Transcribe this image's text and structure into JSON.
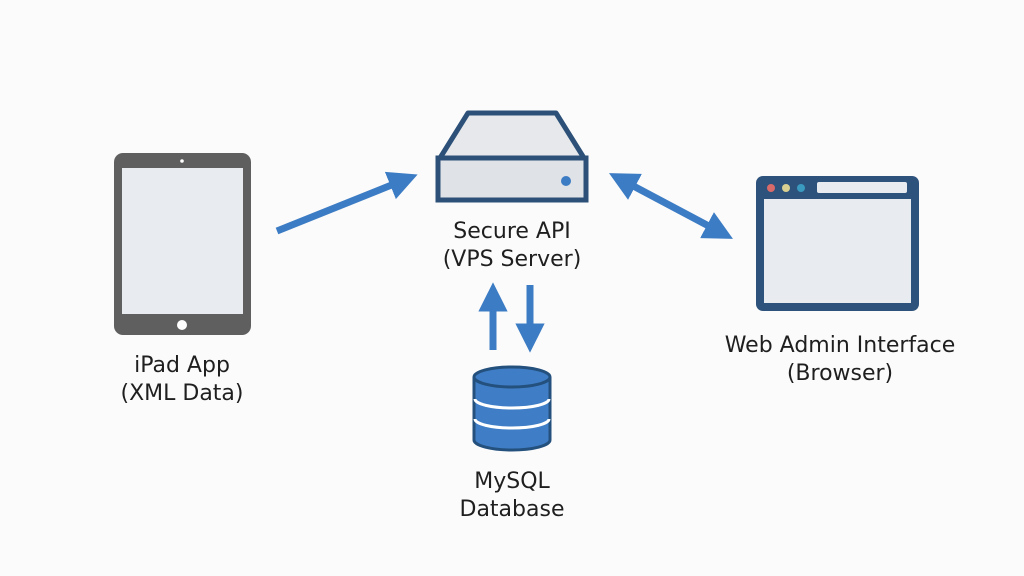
{
  "title": "System architecture diagram",
  "colors": {
    "background": "#fbfbfb",
    "tablet_body": "#5f5f5f",
    "screen_fill": "#e8ecf0",
    "server_outline": "#2c5078",
    "server_fill": "#dfe2e6",
    "server_top": "#e6e8eb",
    "accent_blue": "#3c7cc4",
    "browser_frame": "#2d527b",
    "dot_red": "#d86a6a",
    "dot_yellow": "#d9cf91",
    "dot_teal": "#3a9ac0",
    "db_fill": "#3f7ec6",
    "db_outline": "#24507d",
    "text": "#1f1f1f"
  },
  "nodes": {
    "ipad": {
      "line1": "iPad App",
      "line2": "(XML Data)",
      "icon": "tablet-icon"
    },
    "api": {
      "line1": "Secure API",
      "line2": "(VPS Server)",
      "icon": "server-icon"
    },
    "web": {
      "line1": "Web Admin Interface",
      "line2": "(Browser)",
      "icon": "browser-window-icon"
    },
    "db": {
      "line1": "MySQL",
      "line2": "Database",
      "icon": "database-icon"
    }
  },
  "edges": [
    {
      "from": "ipad",
      "to": "api",
      "direction": "one-way"
    },
    {
      "from": "api",
      "to": "web",
      "direction": "two-way"
    },
    {
      "from": "db",
      "to": "api",
      "direction": "one-way"
    },
    {
      "from": "api",
      "to": "db",
      "direction": "one-way"
    }
  ]
}
